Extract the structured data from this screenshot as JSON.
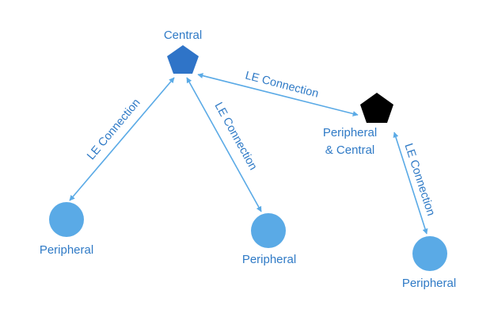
{
  "colors": {
    "node_blue": "#5aaae6",
    "central_blue": "#2f74c8",
    "hybrid_black": "#000000",
    "text_blue": "#2f7ac6",
    "edge_blue": "#5aaae6",
    "background": "#ffffff"
  },
  "nodes": {
    "central": {
      "label": "Central",
      "shape": "pentagon"
    },
    "hybrid": {
      "label_line1": "Peripheral",
      "label_line2": "& Central",
      "shape": "pentagon"
    },
    "peripheral_left": {
      "label": "Peripheral",
      "shape": "circle"
    },
    "peripheral_middle": {
      "label": "Peripheral",
      "shape": "circle"
    },
    "peripheral_right": {
      "label": "Peripheral",
      "shape": "circle"
    }
  },
  "edges": {
    "central_to_left": {
      "label": "LE Connection"
    },
    "central_to_middle": {
      "label": "LE Connection"
    },
    "central_to_hybrid": {
      "label": "LE Connection"
    },
    "hybrid_to_right": {
      "label": "LE Connection"
    }
  }
}
